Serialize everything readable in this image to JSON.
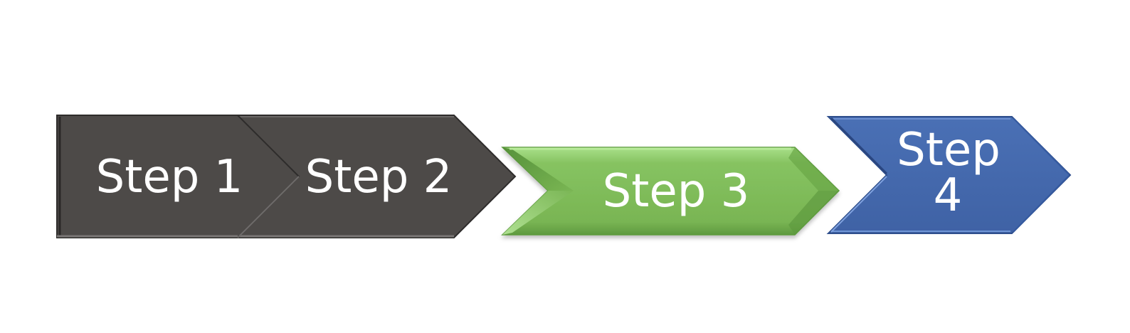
{
  "steps": [
    {
      "label": "Step 1",
      "color": "#4d4a48"
    },
    {
      "label": "Step 2",
      "color": "#4d4a48"
    },
    {
      "label": "Step 3",
      "color": "#7ab555"
    },
    {
      "label_line1": "Step",
      "label_line2": "4",
      "color": "#4366ab"
    }
  ]
}
